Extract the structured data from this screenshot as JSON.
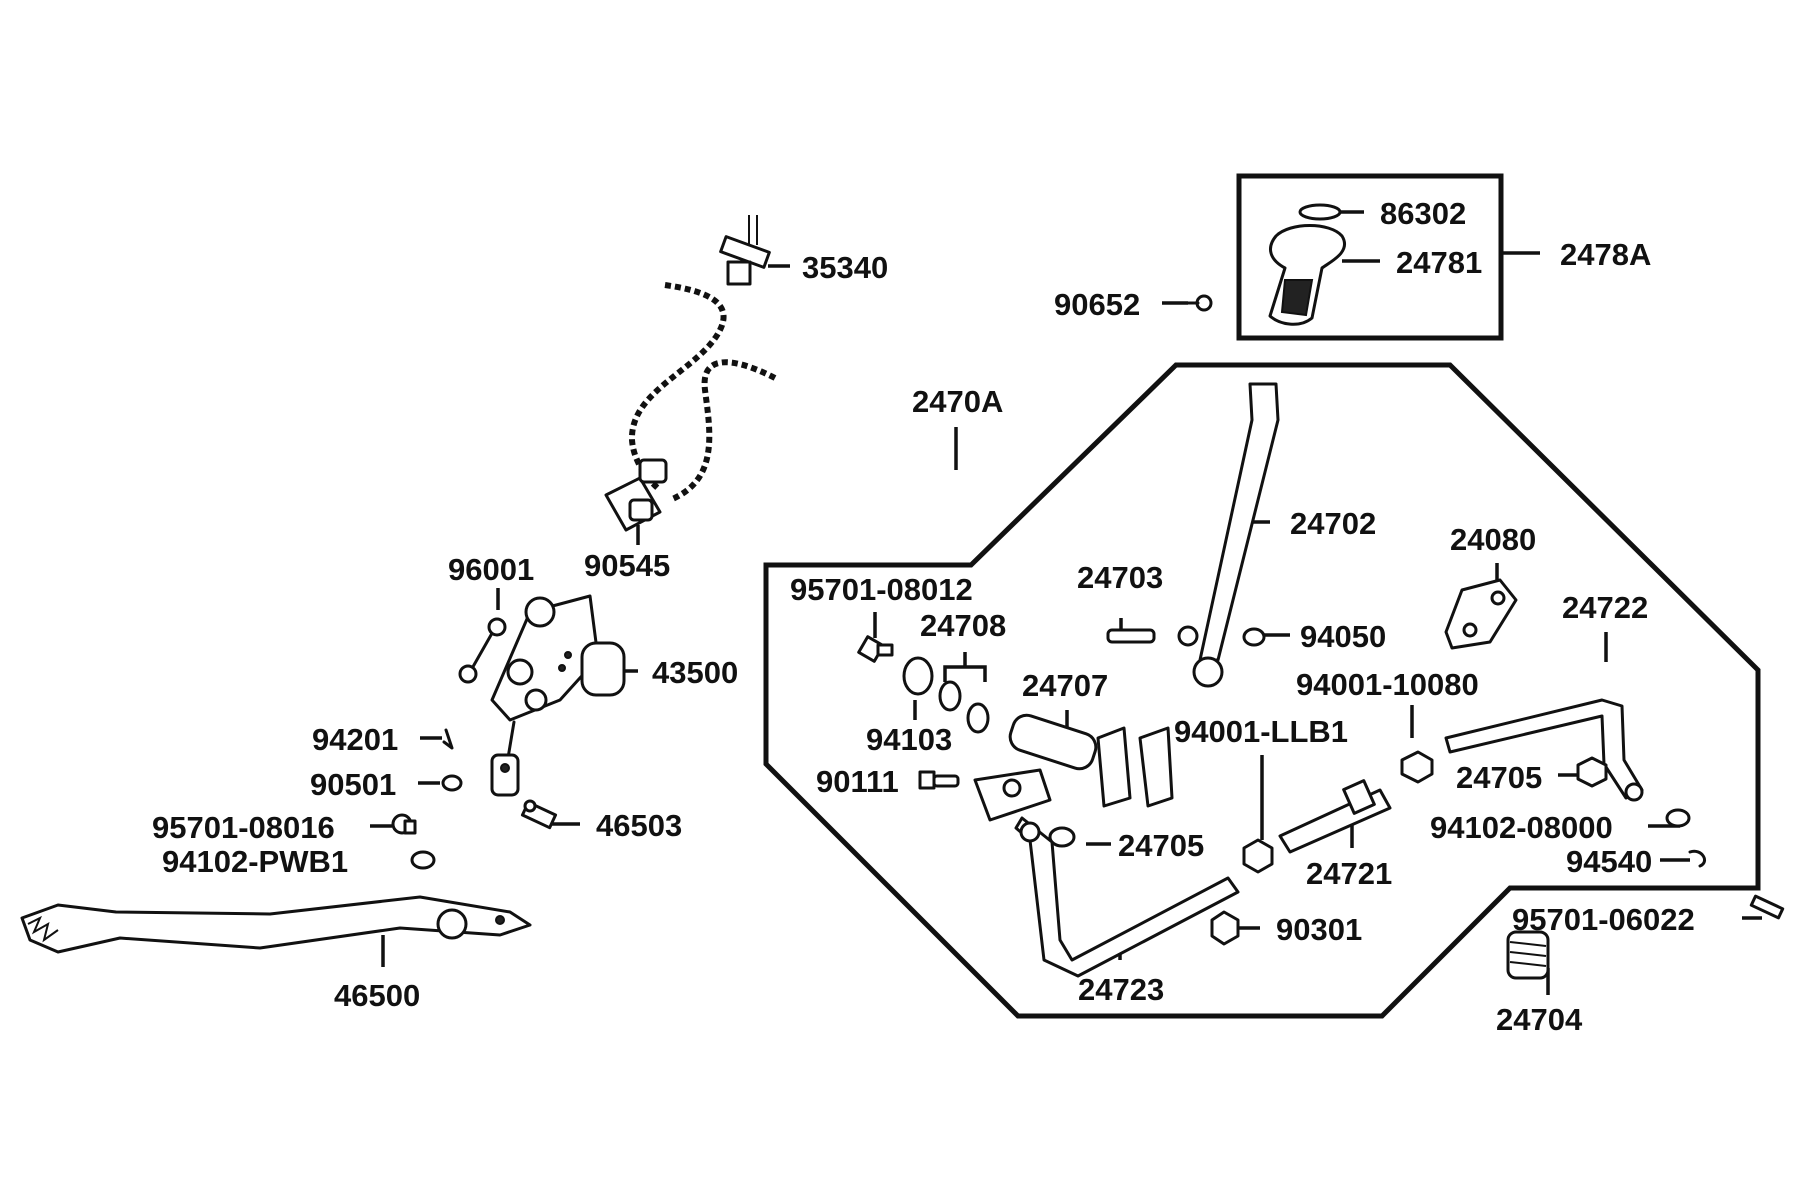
{
  "colors": {
    "line": "#111111",
    "background": "#ffffff"
  },
  "labels": {
    "l35340": "35340",
    "l90545": "90545",
    "l96001": "96001",
    "l43500": "43500",
    "l94201": "94201",
    "l90501": "90501",
    "l46503": "46503",
    "l95701_08016": "95701-08016",
    "l94102_PWB1": "94102-PWB1",
    "l46500": "46500",
    "l86302": "86302",
    "l24781": "24781",
    "l2478A": "2478A",
    "l90652": "90652",
    "l2470A": "2470A",
    "l24702": "24702",
    "l24080": "24080",
    "l24722": "24722",
    "l95701_08012": "95701-08012",
    "l24703": "24703",
    "l24708": "24708",
    "l94050": "94050",
    "l24707": "24707",
    "l94001_10080": "94001-10080",
    "l94103": "94103",
    "l94001_LLB1": "94001-LLB1",
    "l90111": "90111",
    "l24705a": "24705",
    "l24705b": "24705",
    "l94102_08000": "94102-08000",
    "l24721": "24721",
    "l94540": "94540",
    "l95701_06022": "95701-06022",
    "l90301": "90301",
    "l24723": "24723",
    "l24704": "24704"
  }
}
